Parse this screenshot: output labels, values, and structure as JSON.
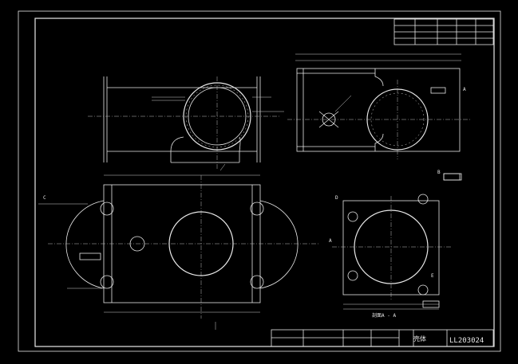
{
  "title_block": {
    "part_name": "壳体",
    "drawing_number": "LL203024"
  },
  "section_label": "剖面A - A",
  "section_letter": "A",
  "callouts": [
    "A",
    "B",
    "C",
    "D",
    "E"
  ],
  "colors": {
    "background": "#000000",
    "line": "#e8e8e8"
  }
}
